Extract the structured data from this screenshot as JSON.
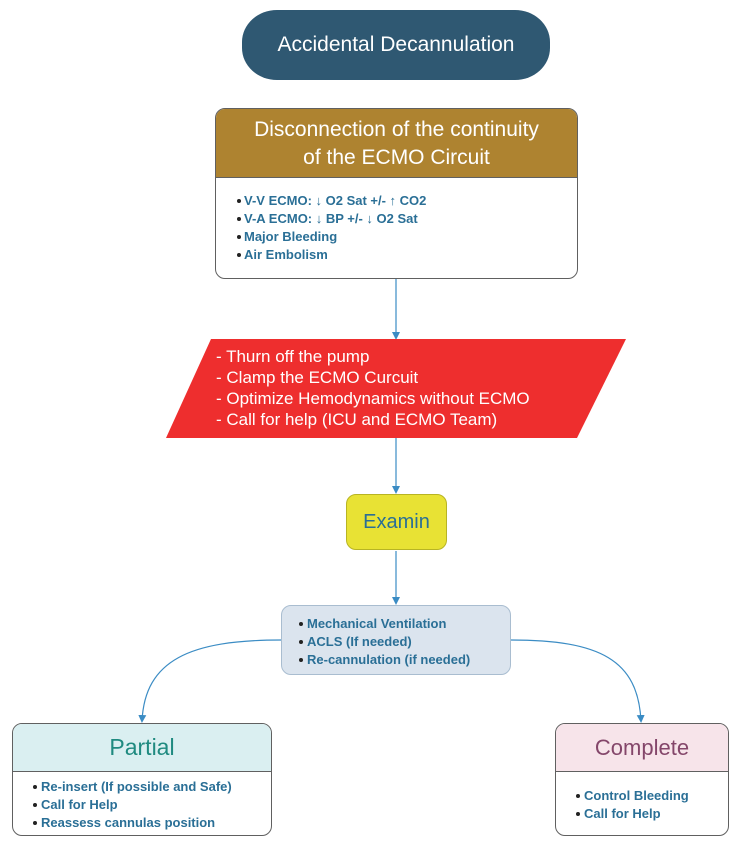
{
  "title": "Accidental Decannulation",
  "disconnection": {
    "header": [
      "Disconnection of the continuity",
      "of the ECMO Circuit"
    ],
    "items": [
      "V-V ECMO: ↓ O2 Sat +/- ↑ CO2",
      "V-A ECMO: ↓ BP +/- ↓ O2 Sat",
      "Major Bleeding",
      "Air Embolism"
    ]
  },
  "actions": {
    "items": [
      "- Thurn off the pump",
      "- Clamp the ECMO Curcuit",
      "- Optimize Hemodynamics without ECMO",
      "- Call for help (ICU and ECMO Team)"
    ]
  },
  "examin": "Examin",
  "measures": {
    "items": [
      "Mechanical Ventilation",
      "ACLS (If needed)",
      "Re-cannulation (if needed)"
    ]
  },
  "partial": {
    "title": "Partial",
    "items": [
      "Re-insert (If possible and Safe)",
      "Call for Help",
      "Reassess cannulas position"
    ]
  },
  "complete": {
    "title": "Complete",
    "items": [
      "Control Bleeding",
      "Call for Help"
    ]
  },
  "colors": {
    "title_fill": "#2f5872",
    "disconnection_header": "#ae8330",
    "actions_fill": "#ee2e2e",
    "examin_fill": "#e8e234",
    "measures_fill": "#dbe4ee",
    "partial_header": "#daeff1",
    "complete_header": "#f7e4ea",
    "connector": "#3b8cc4",
    "list_text": "#2a6f96"
  }
}
